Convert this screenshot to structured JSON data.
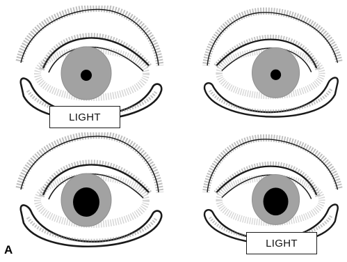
{
  "figure": {
    "panel_label": "A",
    "colors": {
      "iris": "#a2a2a2",
      "pupil": "#000000",
      "outline": "#1a1a1a",
      "sketch": "#8a8a8a"
    },
    "eyes": [
      {
        "id": "top-left",
        "pupil_state": "constricted",
        "light_label": "LIGHT"
      },
      {
        "id": "top-right",
        "pupil_state": "constricted",
        "light_label": ""
      },
      {
        "id": "bottom-left",
        "pupil_state": "dilated",
        "light_label": ""
      },
      {
        "id": "bottom-right",
        "pupil_state": "dilated",
        "light_label": "LIGHT"
      }
    ]
  }
}
